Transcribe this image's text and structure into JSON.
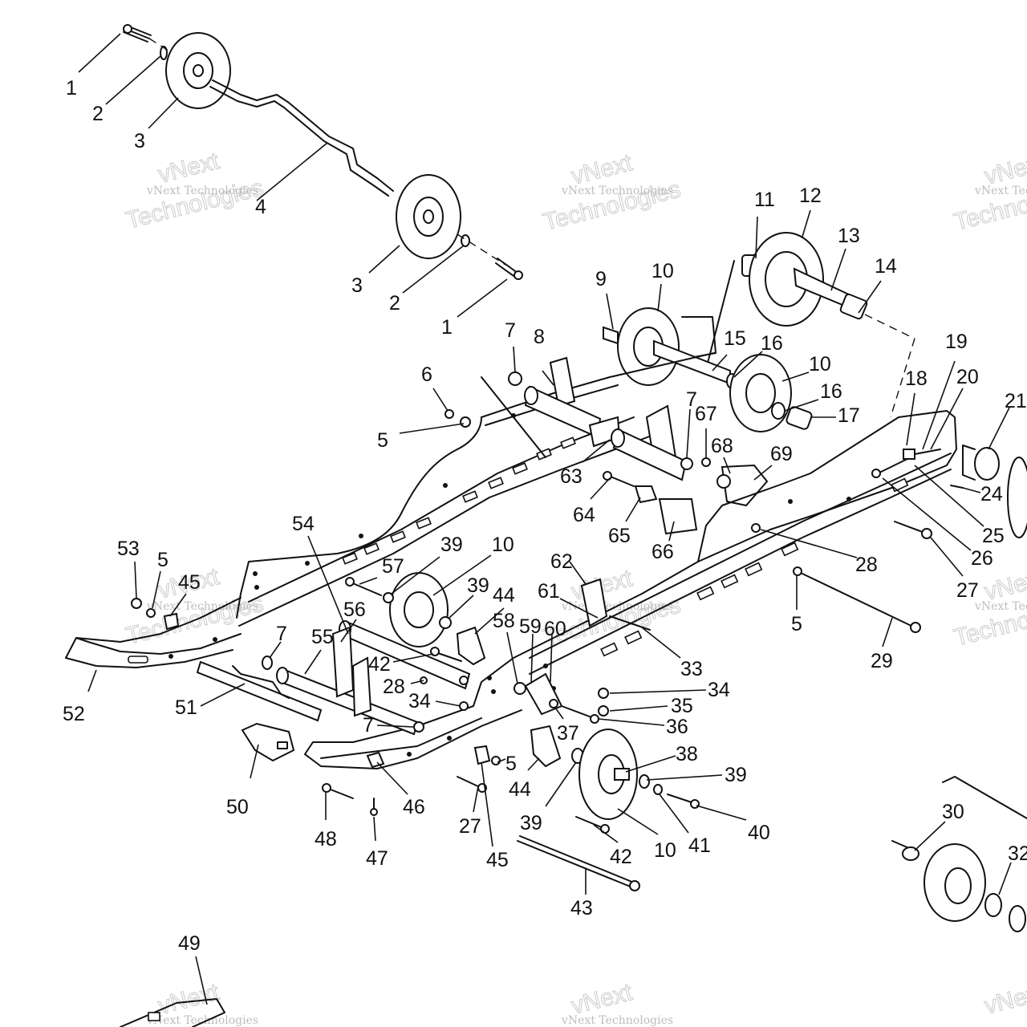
{
  "watermark": {
    "small_text": "vNext Technologies",
    "large_text_a": "vNext",
    "large_text_b": "Technologies"
  },
  "callouts": [
    {
      "id": "c1a",
      "text": "1"
    },
    {
      "id": "c2a",
      "text": "2"
    },
    {
      "id": "c3a",
      "text": "3"
    },
    {
      "id": "c4",
      "text": "4"
    },
    {
      "id": "c3b",
      "text": "3"
    },
    {
      "id": "c2b",
      "text": "2"
    },
    {
      "id": "c1b",
      "text": "1"
    },
    {
      "id": "c5a",
      "text": "5"
    },
    {
      "id": "c6",
      "text": "6"
    },
    {
      "id": "c7a",
      "text": "7"
    },
    {
      "id": "c8",
      "text": "8"
    },
    {
      "id": "c9",
      "text": "9"
    },
    {
      "id": "c10a",
      "text": "10"
    },
    {
      "id": "c11",
      "text": "11"
    },
    {
      "id": "c12",
      "text": "12"
    },
    {
      "id": "c13",
      "text": "13"
    },
    {
      "id": "c14",
      "text": "14"
    },
    {
      "id": "c15",
      "text": "15"
    },
    {
      "id": "c16a",
      "text": "16"
    },
    {
      "id": "c10b",
      "text": "10"
    },
    {
      "id": "c16b",
      "text": "16"
    },
    {
      "id": "c17",
      "text": "17"
    },
    {
      "id": "c7b",
      "text": "7"
    },
    {
      "id": "c67",
      "text": "67"
    },
    {
      "id": "c68",
      "text": "68"
    },
    {
      "id": "c69",
      "text": "69"
    },
    {
      "id": "c63",
      "text": "63"
    },
    {
      "id": "c64",
      "text": "64"
    },
    {
      "id": "c65",
      "text": "65"
    },
    {
      "id": "c66",
      "text": "66"
    },
    {
      "id": "c18",
      "text": "18"
    },
    {
      "id": "c19",
      "text": "19"
    },
    {
      "id": "c20",
      "text": "20"
    },
    {
      "id": "c21",
      "text": "21"
    },
    {
      "id": "c24",
      "text": "24"
    },
    {
      "id": "c25",
      "text": "25"
    },
    {
      "id": "c26",
      "text": "26"
    },
    {
      "id": "c27a",
      "text": "27"
    },
    {
      "id": "c28a",
      "text": "28"
    },
    {
      "id": "c5b",
      "text": "5"
    },
    {
      "id": "c29",
      "text": "29"
    },
    {
      "id": "c53",
      "text": "53"
    },
    {
      "id": "c5c",
      "text": "5"
    },
    {
      "id": "c45a",
      "text": "45"
    },
    {
      "id": "c54",
      "text": "54"
    },
    {
      "id": "c57",
      "text": "57"
    },
    {
      "id": "c39a",
      "text": "39"
    },
    {
      "id": "c10c",
      "text": "10"
    },
    {
      "id": "c39b",
      "text": "39"
    },
    {
      "id": "c44a",
      "text": "44"
    },
    {
      "id": "c62",
      "text": "62"
    },
    {
      "id": "c61",
      "text": "61"
    },
    {
      "id": "c56",
      "text": "56"
    },
    {
      "id": "c58",
      "text": "58"
    },
    {
      "id": "c59",
      "text": "59"
    },
    {
      "id": "c60",
      "text": "60"
    },
    {
      "id": "c7c",
      "text": "7"
    },
    {
      "id": "c55",
      "text": "55"
    },
    {
      "id": "c42a",
      "text": "42"
    },
    {
      "id": "c33",
      "text": "33"
    },
    {
      "id": "c28b",
      "text": "28"
    },
    {
      "id": "c34a",
      "text": "34"
    },
    {
      "id": "c34b",
      "text": "34"
    },
    {
      "id": "c35",
      "text": "35"
    },
    {
      "id": "c36",
      "text": "36"
    },
    {
      "id": "c52",
      "text": "52"
    },
    {
      "id": "c51",
      "text": "51"
    },
    {
      "id": "c7d",
      "text": "7"
    },
    {
      "id": "c37",
      "text": "37"
    },
    {
      "id": "c38",
      "text": "38"
    },
    {
      "id": "c39c",
      "text": "39"
    },
    {
      "id": "c5d",
      "text": "5"
    },
    {
      "id": "c44b",
      "text": "44"
    },
    {
      "id": "c39d",
      "text": "39"
    },
    {
      "id": "c50",
      "text": "50"
    },
    {
      "id": "c46",
      "text": "46"
    },
    {
      "id": "c27b",
      "text": "27"
    },
    {
      "id": "c45b",
      "text": "45"
    },
    {
      "id": "c48",
      "text": "48"
    },
    {
      "id": "c47",
      "text": "47"
    },
    {
      "id": "c42b",
      "text": "42"
    },
    {
      "id": "c10d",
      "text": "10"
    },
    {
      "id": "c41",
      "text": "41"
    },
    {
      "id": "c40",
      "text": "40"
    },
    {
      "id": "c43",
      "text": "43"
    },
    {
      "id": "c30",
      "text": "30"
    },
    {
      "id": "c32",
      "text": "32"
    },
    {
      "id": "c49",
      "text": "49"
    }
  ]
}
